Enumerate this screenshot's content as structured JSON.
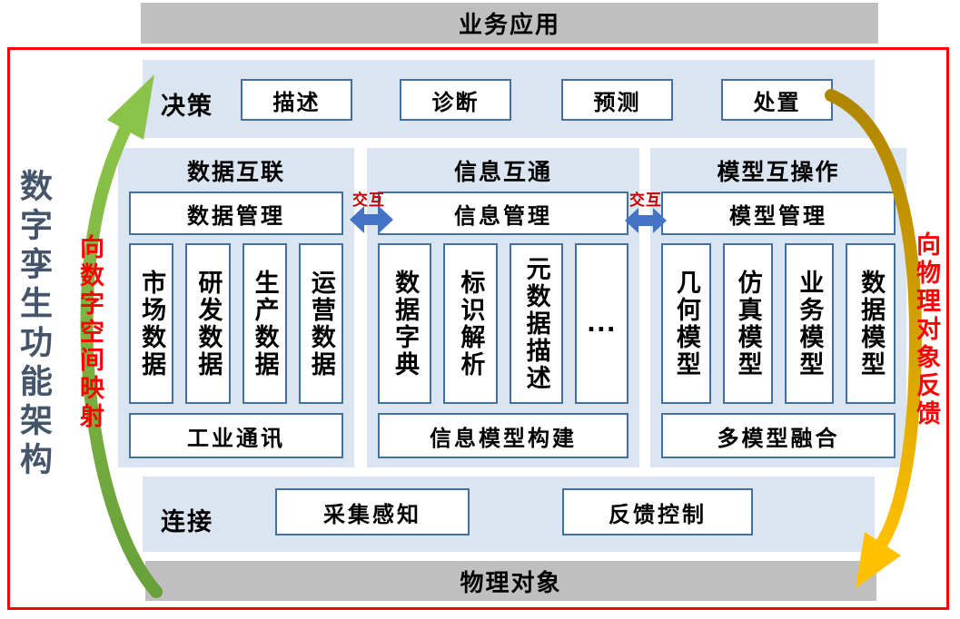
{
  "top_bar": {
    "label": "业务应用"
  },
  "frame_title": "数字孪生功能架构",
  "flow_labels": {
    "left": "向数字空间映射",
    "right": "向物理对象反馈"
  },
  "decision": {
    "label": "决策",
    "items": [
      "描述",
      "诊断",
      "预测",
      "处置"
    ]
  },
  "interaction": {
    "label": "交互"
  },
  "columns": [
    {
      "title": "数据互联",
      "manager": "数据管理",
      "items": [
        "市场数据",
        "研发数据",
        "生产数据",
        "运营数据"
      ],
      "footer": "工业通讯"
    },
    {
      "title": "信息互通",
      "manager": "信息管理",
      "items": [
        "数据字典",
        "标识解析",
        "元数据描述",
        "..."
      ],
      "footer": "信息模型构建"
    },
    {
      "title": "模型互操作",
      "manager": "模型管理",
      "items": [
        "几何模型",
        "仿真模型",
        "业务模型",
        "数据模型"
      ],
      "footer": "多模型融合"
    }
  ],
  "connection": {
    "label": "连接",
    "items": [
      "采集感知",
      "反馈控制"
    ]
  },
  "bottom_bar": {
    "label": "物理对象"
  },
  "colors": {
    "panel_blue": "#dbe5f1",
    "box_border": "#41719c",
    "bar_gray": "#bfbfbf",
    "arrow_green": "#7cb342",
    "arrow_gold": "#bf9000",
    "arrow_gold_head": "#ffc000",
    "arrow_blue": "#4472c4",
    "frame_red": "#ff0000",
    "interact_red": "#c00000",
    "title_color": "#44546a"
  }
}
